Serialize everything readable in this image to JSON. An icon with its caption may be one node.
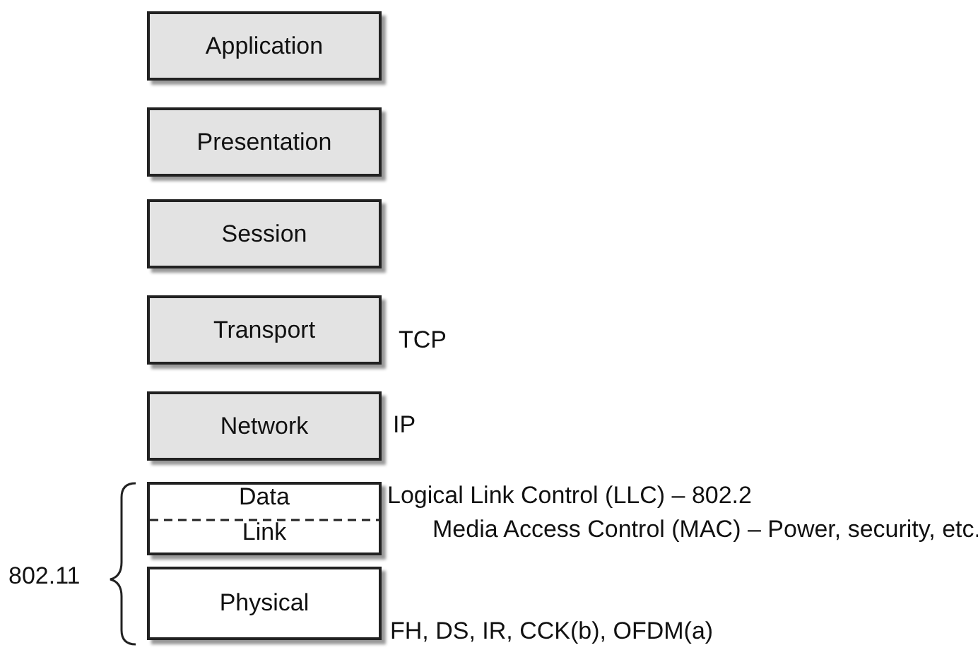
{
  "diagram": {
    "nodes": [
      {
        "text": [
          "Application"
        ]
      },
      {
        "text": [
          "Presentation"
        ]
      },
      {
        "text": [
          "Session"
        ]
      },
      {
        "text": [
          "Transport"
        ],
        "beside": [
          "TCP"
        ]
      },
      {
        "text": [
          "Network"
        ],
        "beside": [
          "IP"
        ]
      },
      {
        "text": [
          "Data",
          "Link"
        ],
        "beside": [
          "Logical Link Control (LLC) – 802.2",
          "Media Access Control (MAC) – Power, security, etc."
        ]
      },
      {
        "text": [
          "Physical"
        ],
        "beside": [
          "FH, DS, IR, CCK(b), OFDM(a)"
        ]
      }
    ],
    "edges": [],
    "labels": [
      "802.11"
    ]
  }
}
